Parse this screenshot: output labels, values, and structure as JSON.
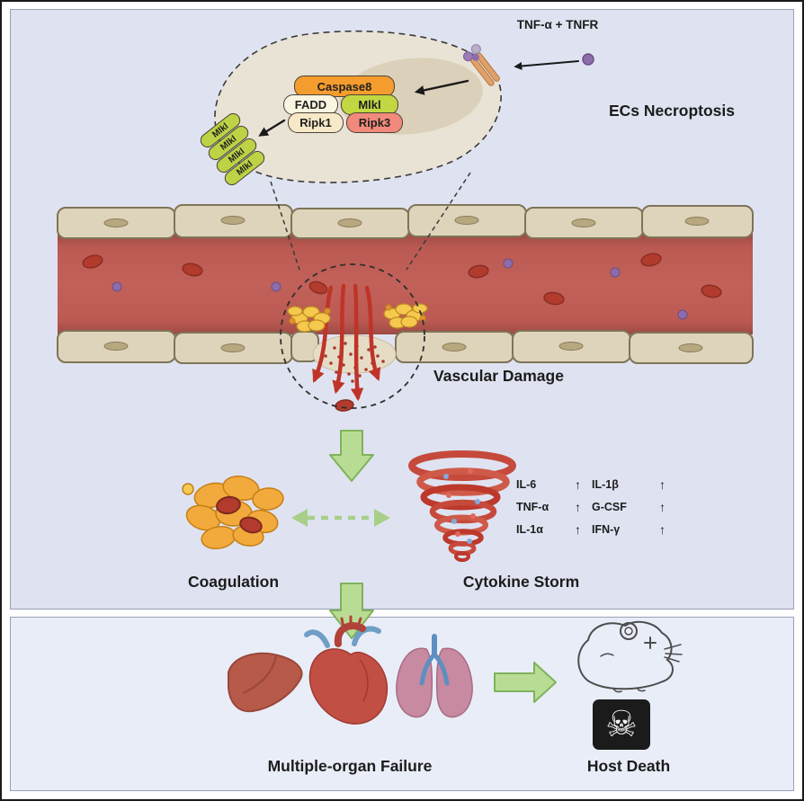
{
  "palette": {
    "panel_top_bg": "#dfe3f1",
    "panel_bottom_bg": "#e9edf8",
    "vessel_lumen": "#bb5a52",
    "green_arrow": "#b9dc94",
    "storm_red": "#c64a3c"
  },
  "necroptosis": {
    "stimulus_label": "TNF-α + TNFR",
    "title": "ECs Necroptosis",
    "complex": {
      "caspase8": "Caspase8",
      "fadd": "FADD",
      "mlkl": "Mlkl",
      "ripk1": "Ripk1",
      "ripk3": "Ripk3"
    },
    "oligomers": [
      "Mlkl",
      "Mlkl",
      "Mlkl",
      "Mlkl"
    ]
  },
  "vessel": {
    "damage_label": "Vascular Damage"
  },
  "midsection": {
    "coagulation_label": "Coagulation",
    "cytokine_storm_label": "Cytokine Storm",
    "cytokines": [
      {
        "name": "IL-6",
        "arrow": "↑"
      },
      {
        "name": "IL-1β",
        "arrow": "↑"
      },
      {
        "name": "TNF-α",
        "arrow": "↑"
      },
      {
        "name": "G-CSF",
        "arrow": "↑"
      },
      {
        "name": "IL-1α",
        "arrow": "↑"
      },
      {
        "name": "IFN-γ",
        "arrow": "↑"
      }
    ]
  },
  "outcome": {
    "organ_failure_label": "Multiple-organ Failure",
    "host_death_label": "Host Death",
    "skull_icon": "☠"
  }
}
